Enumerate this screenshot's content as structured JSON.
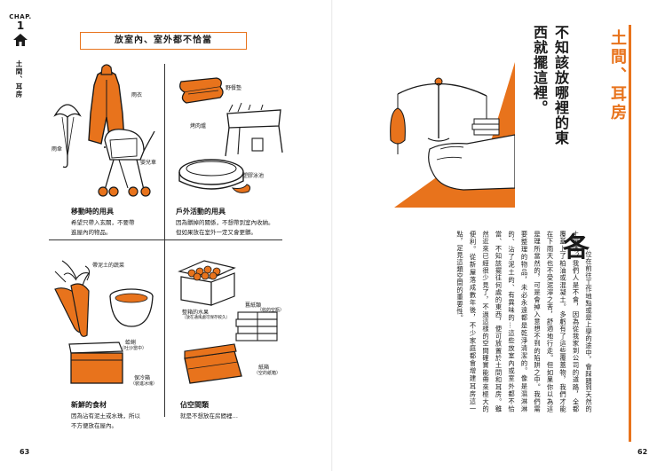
{
  "chapter": {
    "label": "CHAP.",
    "number": "1",
    "side_title": "土間、耳房"
  },
  "left": {
    "title": "放室內、室外都不恰當",
    "labels": {
      "raincoat": "雨衣",
      "umbrella": "雨傘",
      "stroller": "嬰兒車",
      "picnic_mat": "野餐墊",
      "grill": "烤肉爐",
      "pool": "塑膠泳池",
      "veg": "帶泥土的蔬菜",
      "shell": "蛤蜊",
      "shell_note": "（吐沙當中）",
      "cooler": "保冷箱",
      "cooler_note": "（裝進冰塊）",
      "fruit": "整箱的水果",
      "fruit_note": "（放在通風處可保存較久）",
      "paper": "舊紙類",
      "paper_note": "（收的空瓶）",
      "cardboard": "紙箱",
      "cardboard_note": "（空的紙箱）"
    },
    "sections": [
      {
        "title": "移動時的用具",
        "text": [
          "希望只帶入玄關，不要帶",
          "進屋內的物品。"
        ]
      },
      {
        "title": "戶外活動的用具",
        "text": [
          "因為髒掉的關係，不想帶到室內收納。",
          "但如果放在室外一定又會更髒。"
        ]
      },
      {
        "title": "新鮮的食材",
        "text": [
          "因為沾有泥土或水珠，所以",
          "不方便放在屋內。"
        ]
      },
      {
        "title": "佔空間類",
        "text": [
          "就是不想放在房間裡…"
        ]
      }
    ],
    "page_number": "63"
  },
  "right": {
    "section_title": "土間、耳房",
    "headline": "不知該放哪裡的東西就擺這裡。",
    "dropcap": "各",
    "body": "各位在前往工作地點或是上學的途中，會踩踏到天然的土壤嗎？我們人是不會，因為從我家到公司的道路，全都覆蓋上了柏油或混凝土。多虧有了這些覆蓋物，我們才能在下雨天也不受泥濘之苦，舒適地行走。但如果你以為這是理所當然的，可是會掉入意想不到的陷阱之中。我們需要整理的物品，未必永遠都是乾淨清潔的。像是濕淋淋的、沾了泥土的、有異味的…這些放室內或室外都不恰當、不知該擺往何處的東西，便可放置於土間和耳房。雖然近來已經很少見了，不過這樣的空間確實能帶來極大的便利。從新屋落成數年後，不少家庭都會增建耳房這一點，足見這類空間的重要性。",
    "page_number": "62"
  },
  "colors": {
    "accent": "#e8731c"
  }
}
